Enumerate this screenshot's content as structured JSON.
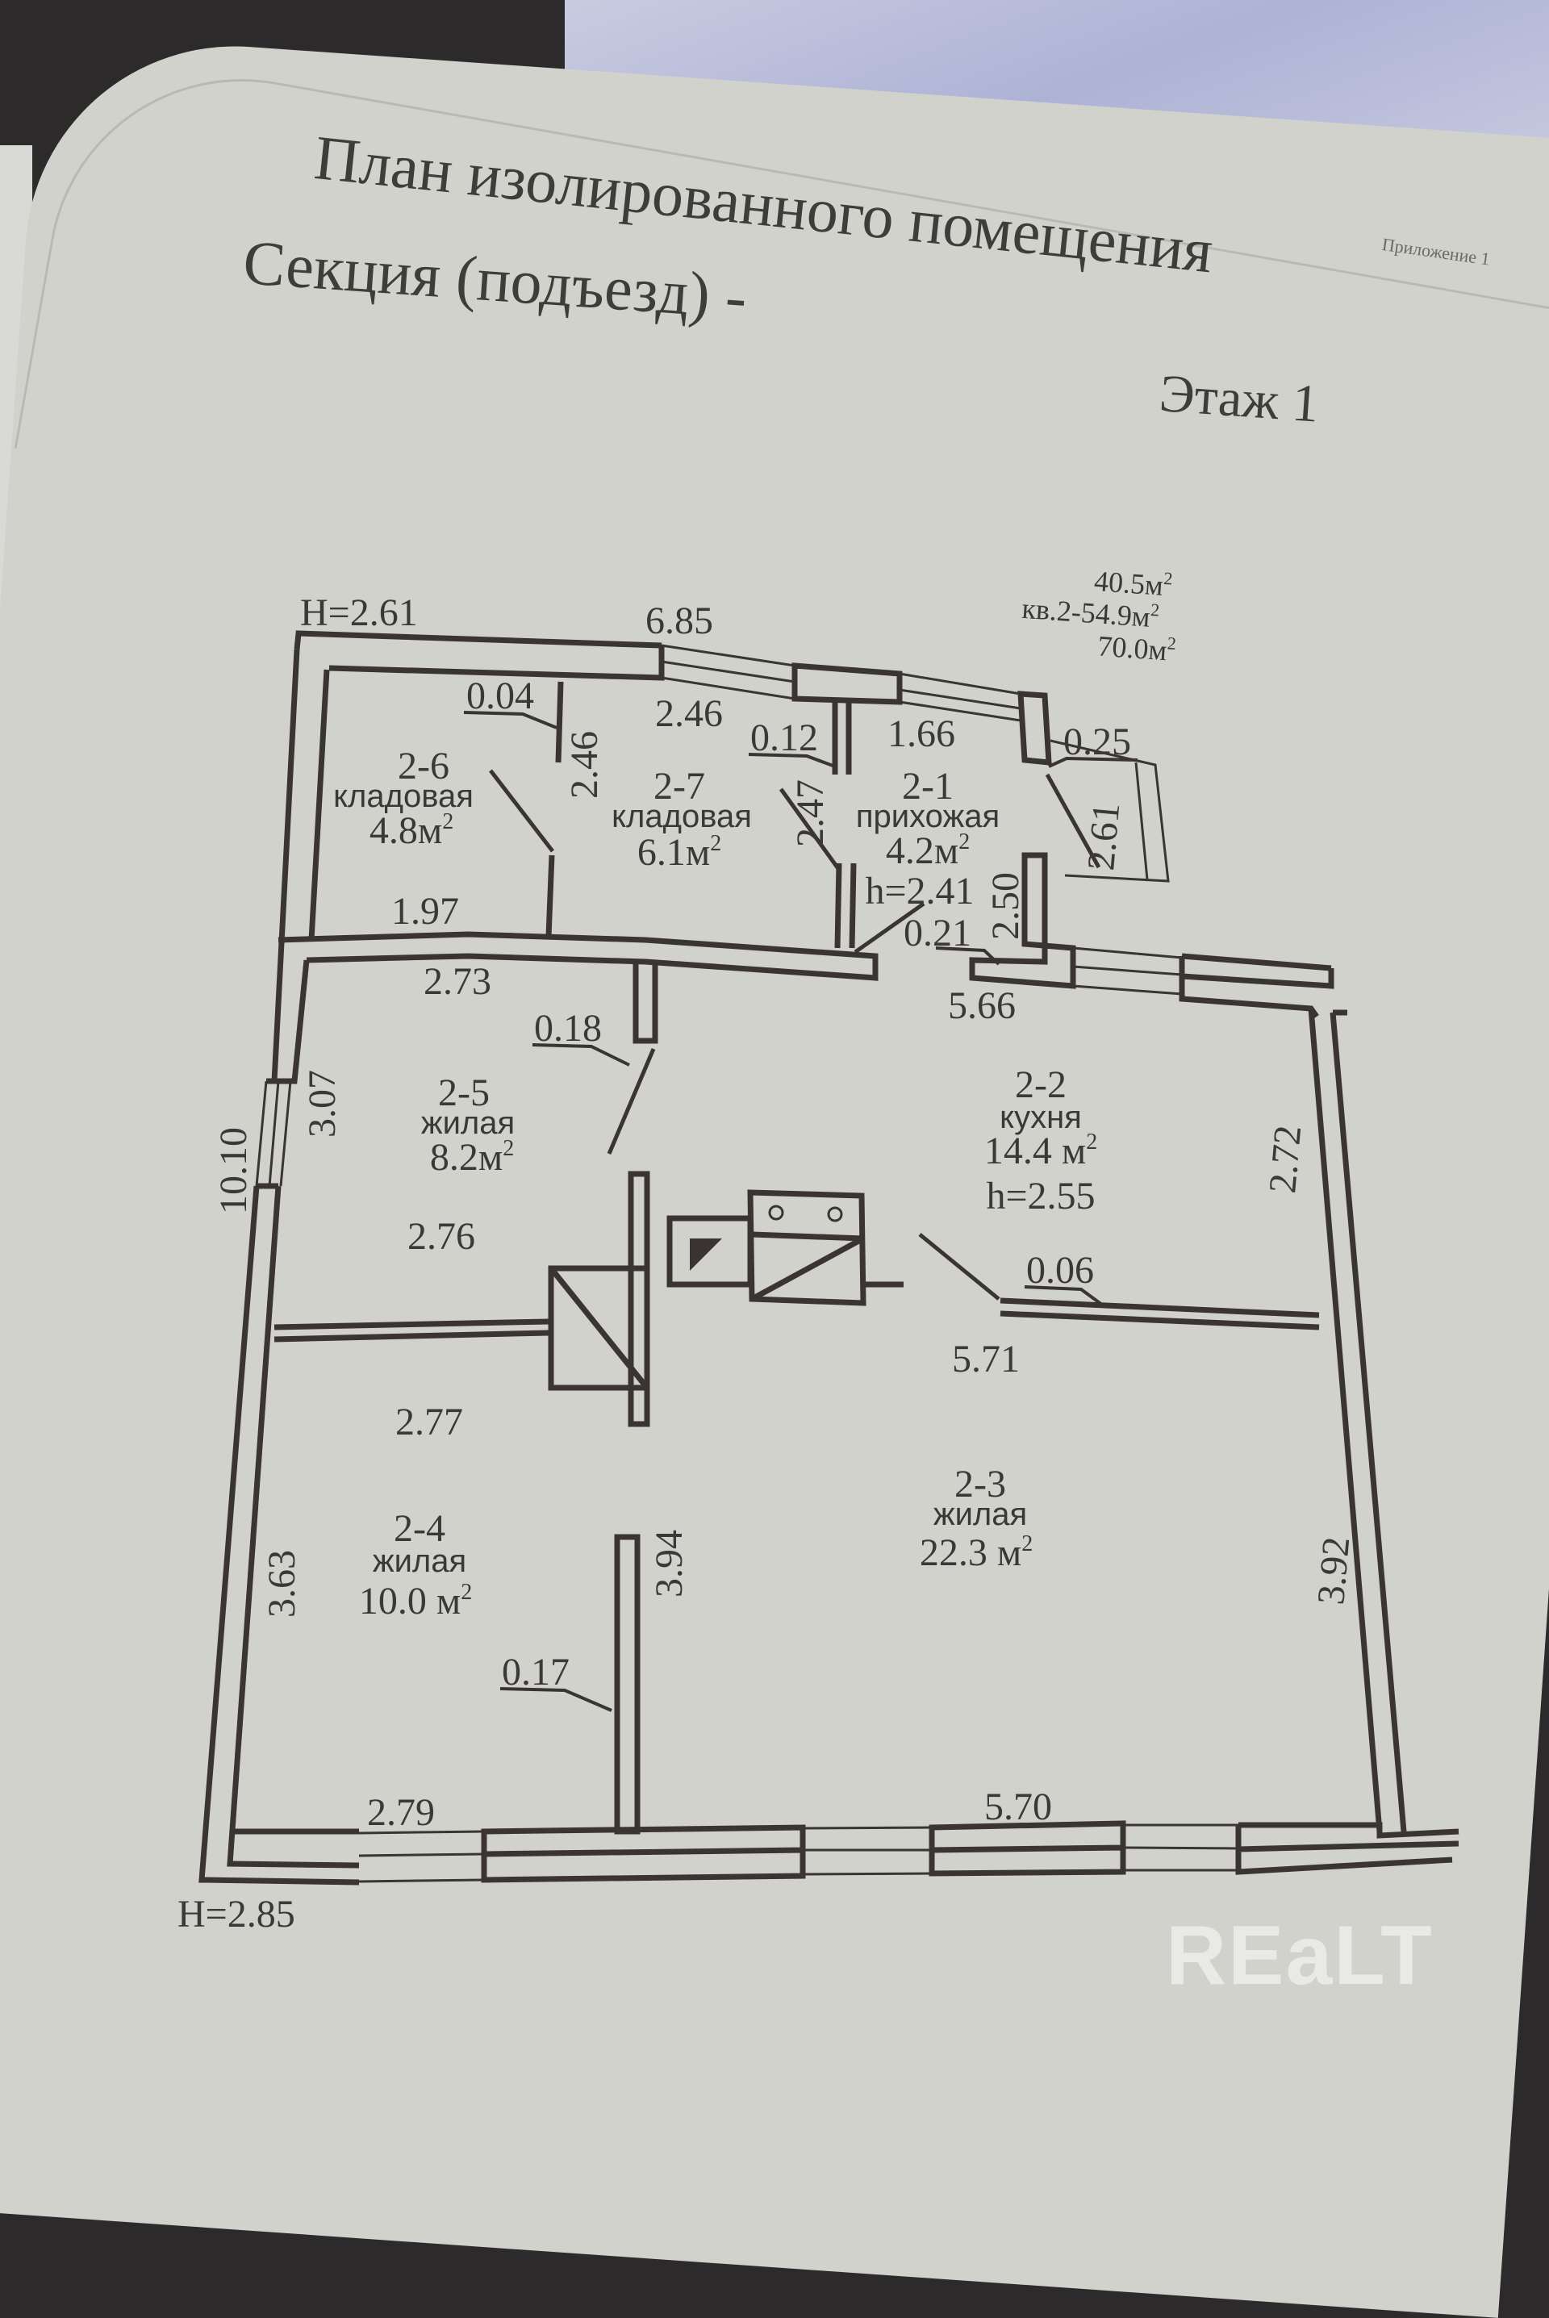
{
  "document": {
    "title_line1": "План изолированного помещения",
    "title_line2": "Секция (подъезд) -",
    "floor": "Этаж 1",
    "appendix": "Приложение 1"
  },
  "plan": {
    "outer_height_top": "H=2.61",
    "outer_height_bottom": "H=2.85",
    "totals": {
      "line1": "40.5",
      "line2_prefix": "кв.2-",
      "line2": "54.9",
      "line3": "70.0",
      "unit": "м",
      "sup": "2"
    },
    "rooms": [
      {
        "id": "2-6",
        "name": "кладовая",
        "area": "4.8м",
        "sup": "2"
      },
      {
        "id": "2-7",
        "name": "кладовая",
        "area": "6.1м",
        "sup": "2"
      },
      {
        "id": "2-1",
        "name": "прихожая",
        "area": "4.2м",
        "sup": "2",
        "height": "h=2.41"
      },
      {
        "id": "2-5",
        "name": "жилая",
        "area": "8.2м",
        "sup": "2"
      },
      {
        "id": "2-2",
        "name": "кухня",
        "area": "14.4 м",
        "sup": "2",
        "height": "h=2.55"
      },
      {
        "id": "2-4",
        "name": "жилая",
        "area": "10.0 м",
        "sup": "2"
      },
      {
        "id": "2-3",
        "name": "жилая",
        "area": "22.3 м",
        "sup": "2"
      }
    ],
    "dimensions": {
      "top_total": "6.85",
      "d_2_46_top": "2.46",
      "d_0_04": "0.04",
      "d_0_12": "0.12",
      "d_1_66": "1.66",
      "d_0_25": "0.25",
      "d_2_46_vert": "2.46",
      "d_2_47": "2.47",
      "d_2_61": "2.61",
      "d_2_50": "2.50",
      "d_1_97": "1.97",
      "d_0_21": "0.21",
      "d_2_73": "2.73",
      "d_5_66": "5.66",
      "d_0_18": "0.18",
      "d_3_07": "3.07",
      "d_10_10": "10.10",
      "d_2_72": "2.72",
      "d_2_76": "2.76",
      "d_0_06": "0.06",
      "d_5_71": "5.71",
      "d_2_77": "2.77",
      "d_3_63": "3.63",
      "d_3_94": "3.94",
      "d_3_92": "3.92",
      "d_0_17": "0.17",
      "d_2_79": "2.79",
      "d_5_70": "5.70"
    }
  },
  "watermark": "REaLT",
  "colors": {
    "paper": "#d2d2cd",
    "ink": "#3a3433",
    "watermark": "#ececea"
  }
}
